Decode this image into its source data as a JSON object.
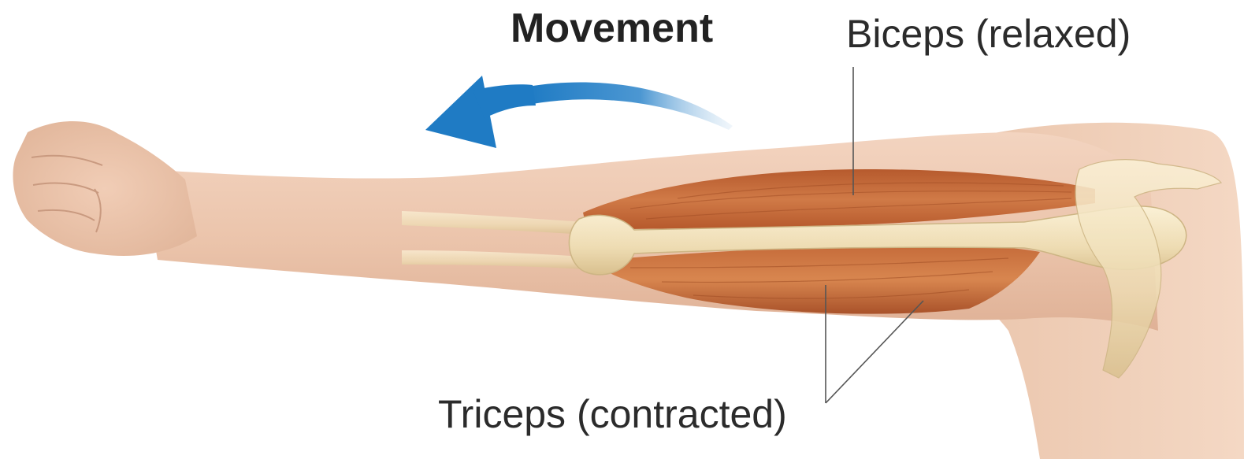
{
  "labels": {
    "movement": "Movement",
    "biceps": "Biceps (relaxed)",
    "triceps": "Triceps (contracted)"
  },
  "colors": {
    "arrow": "#2f86c8",
    "skin": "#eecbb3",
    "muscle": "#c86b3c",
    "bone": "#f1e3bf",
    "leader_line": "#555555"
  },
  "icons": {
    "movement_arrow": "curved-arrow-left-icon"
  }
}
